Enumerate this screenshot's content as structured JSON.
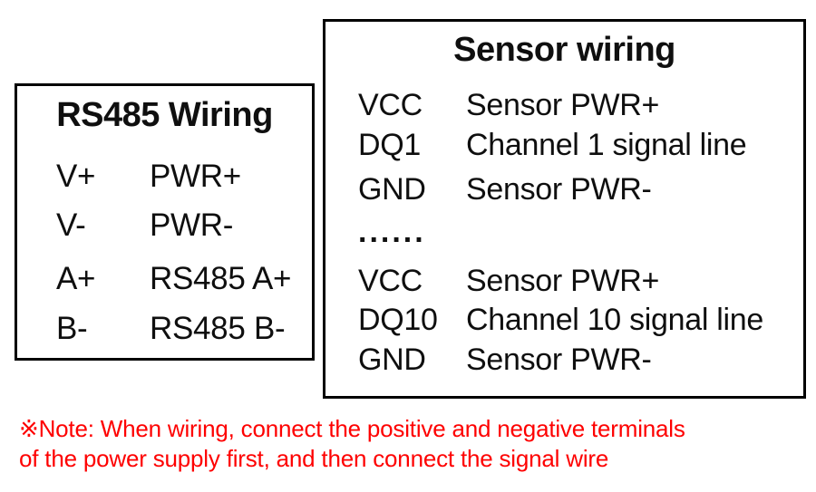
{
  "colors": {
    "background": "#ffffff",
    "text": "#0f0f0f",
    "box_border": "#000000",
    "note_red": "#fe0000"
  },
  "rs485_box": {
    "title": "RS485 Wiring",
    "rows": [
      {
        "label": "V+",
        "value": "PWR+"
      },
      {
        "label": "V-",
        "value": "PWR-"
      },
      {
        "label": "A+",
        "value": "RS485 A+"
      },
      {
        "label": "B-",
        "value": "RS485 B-"
      }
    ]
  },
  "sensor_box": {
    "title": "Sensor wiring",
    "rows": [
      {
        "label": "VCC",
        "value": "Sensor PWR+"
      },
      {
        "label": "DQ1",
        "value": "Channel 1 signal line"
      },
      {
        "label": "GND",
        "value": "Sensor PWR-"
      },
      {
        "label": "......",
        "value": ""
      },
      {
        "label": "VCC",
        "value": "Sensor PWR+"
      },
      {
        "label": "DQ10",
        "value": "Channel 10 signal line"
      },
      {
        "label": "GND",
        "value": "Sensor PWR-"
      }
    ]
  },
  "note": {
    "line1": "※Note: When wiring, connect the positive and negative terminals",
    "line2": "of the power supply first, and then connect the signal wire"
  }
}
